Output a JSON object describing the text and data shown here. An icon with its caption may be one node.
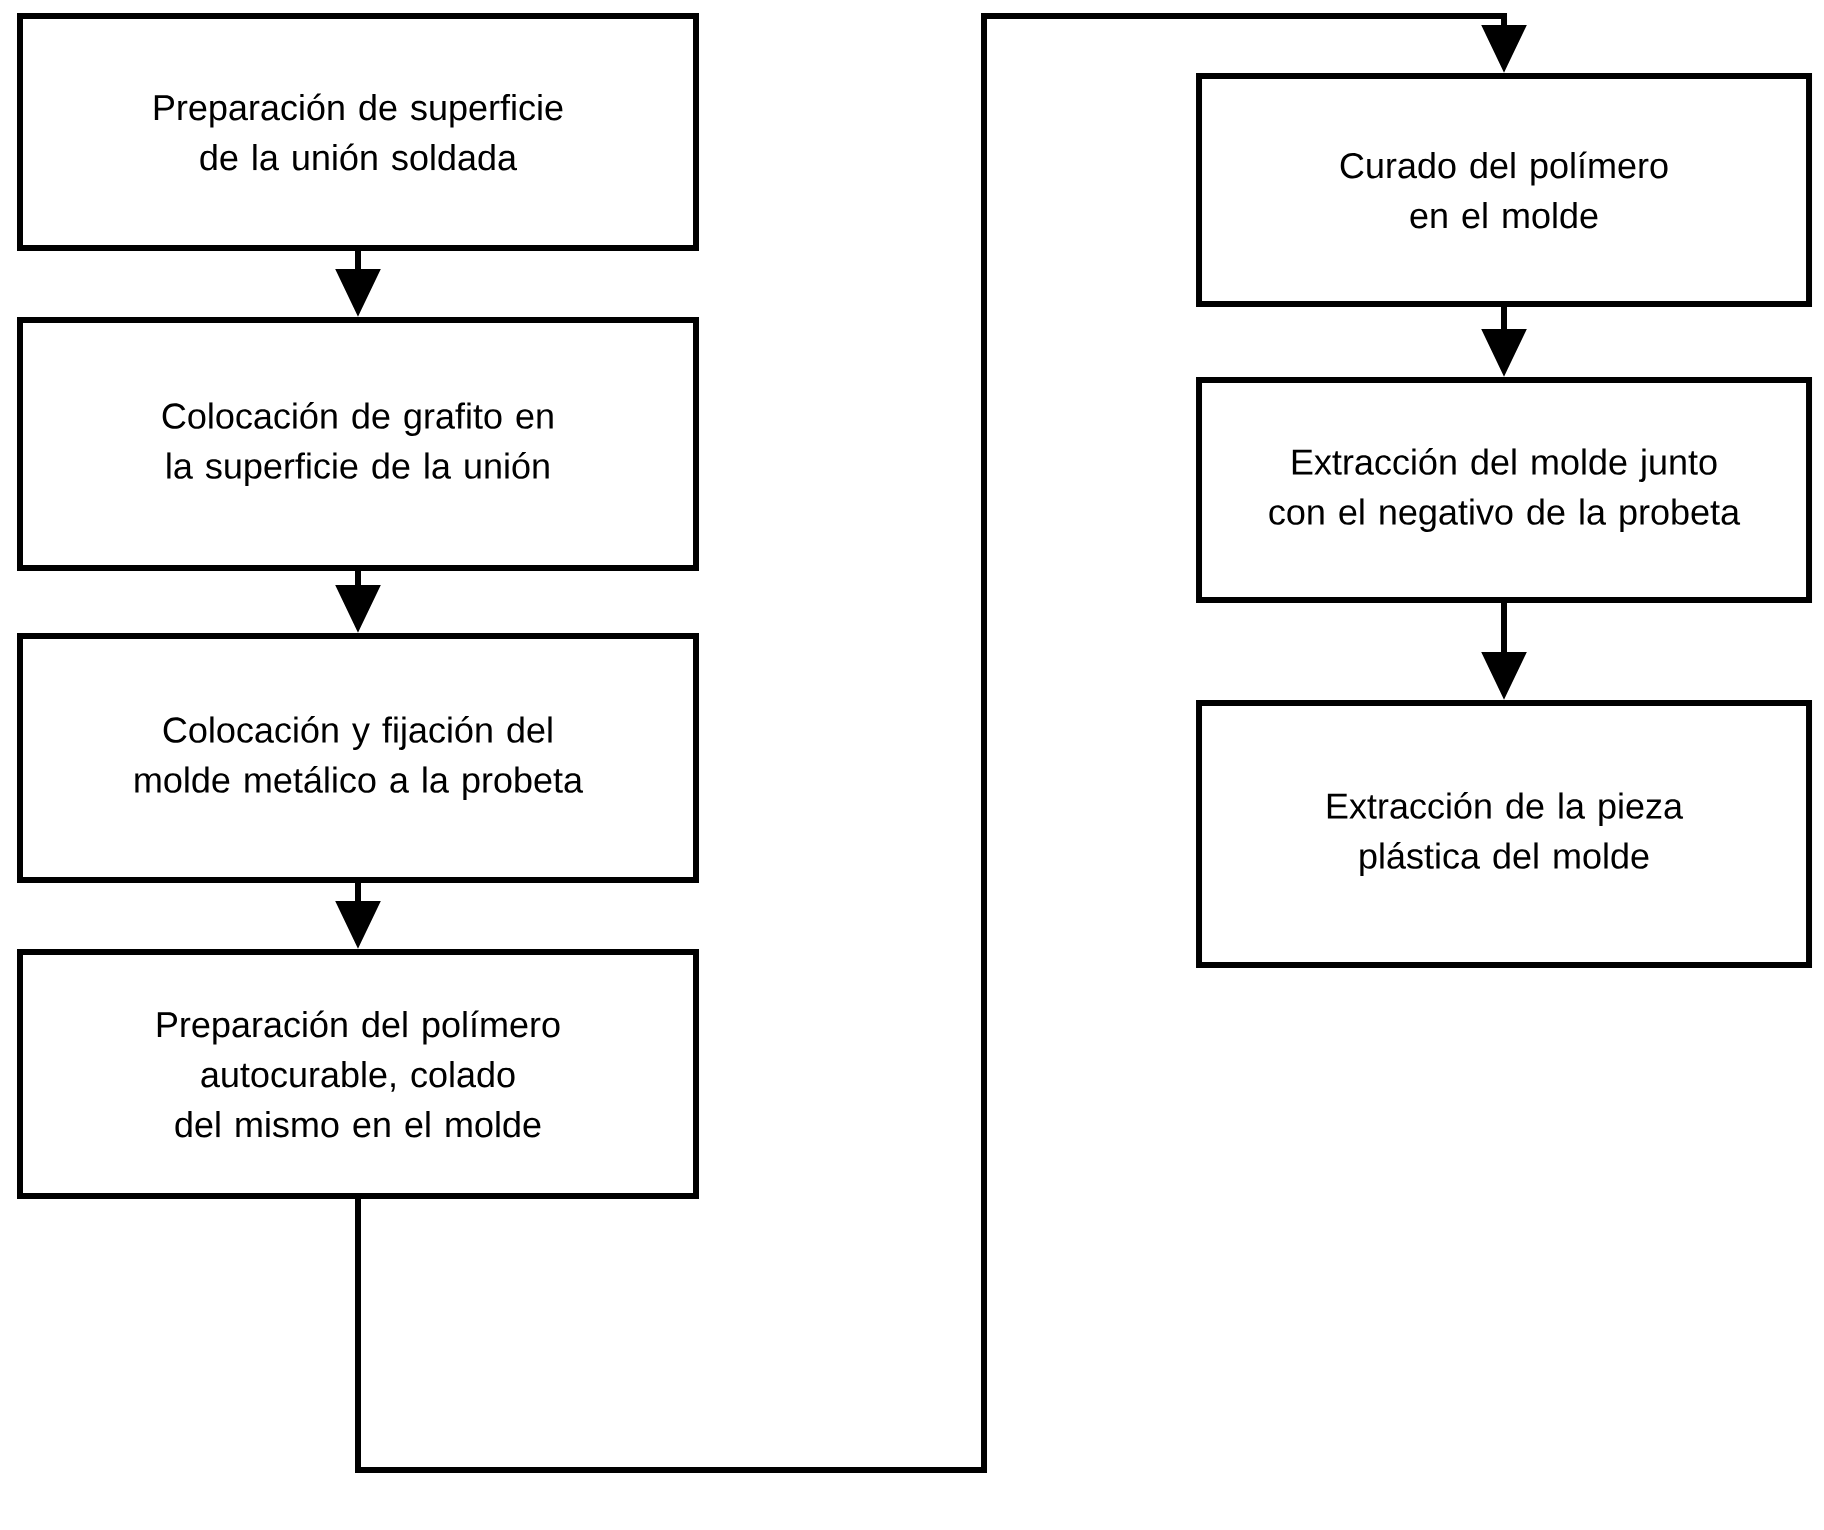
{
  "diagram": {
    "nodes": [
      {
        "text": [
          "Preparación de superficie de la unión soldada"
        ]
      },
      {
        "text": [
          "Colocación de grafito en la superficie de la unión"
        ]
      },
      {
        "text": [
          "Colocación y fijación del molde metálico a la probeta"
        ]
      },
      {
        "text": [
          "Preparación del polímero autocurable, colado del mismo en el molde"
        ]
      },
      {
        "text": [
          "Curado del polímero en el molde"
        ]
      },
      {
        "text": [
          "Extracción del molde junto con el negativo de la probeta"
        ]
      },
      {
        "text": [
          "Extracción de la pieza plástica del molde"
        ]
      }
    ],
    "edges": [
      {
        "from": 0,
        "to": 1,
        "arrow": "to"
      },
      {
        "from": 1,
        "to": 2,
        "arrow": "to"
      },
      {
        "from": 2,
        "to": 3,
        "arrow": "to"
      },
      {
        "from": 3,
        "to": 4,
        "arrow": "to"
      },
      {
        "from": 4,
        "to": 5,
        "arrow": "to"
      },
      {
        "from": 5,
        "to": 6,
        "arrow": "to"
      }
    ]
  }
}
